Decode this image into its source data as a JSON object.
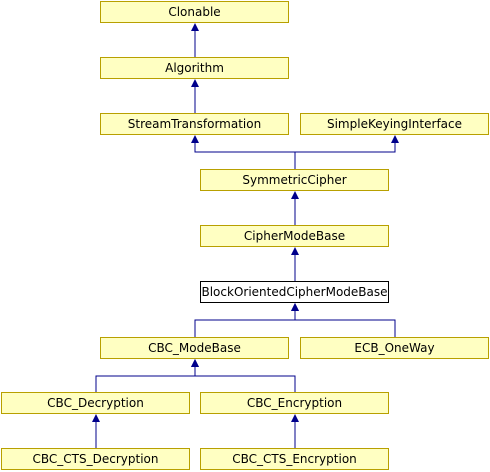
{
  "diagram": {
    "colors": {
      "node_fill": "#ffffc2",
      "node_border": "#b8a000",
      "current_fill": "#ffffff",
      "edge": "#00008b"
    },
    "nodes": {
      "clonable": "Clonable",
      "algorithm": "Algorithm",
      "stream_transformation": "StreamTransformation",
      "simple_keying_interface": "SimpleKeyingInterface",
      "symmetric_cipher": "SymmetricCipher",
      "cipher_mode_base": "CipherModeBase",
      "block_oriented_cipher_mode_base": "BlockOrientedCipherModeBase",
      "cbc_mode_base": "CBC_ModeBase",
      "ecb_oneway": "ECB_OneWay",
      "cbc_decryption": "CBC_Decryption",
      "cbc_encryption": "CBC_Encryption",
      "cbc_cts_decryption": "CBC_CTS_Decryption",
      "cbc_cts_encryption": "CBC_CTS_Encryption"
    },
    "edges": [
      {
        "from": "algorithm",
        "to": "clonable"
      },
      {
        "from": "stream_transformation",
        "to": "algorithm"
      },
      {
        "from": "symmetric_cipher",
        "to": "stream_transformation"
      },
      {
        "from": "symmetric_cipher",
        "to": "simple_keying_interface"
      },
      {
        "from": "cipher_mode_base",
        "to": "symmetric_cipher"
      },
      {
        "from": "block_oriented_cipher_mode_base",
        "to": "cipher_mode_base"
      },
      {
        "from": "cbc_mode_base",
        "to": "block_oriented_cipher_mode_base"
      },
      {
        "from": "ecb_oneway",
        "to": "block_oriented_cipher_mode_base"
      },
      {
        "from": "cbc_decryption",
        "to": "cbc_mode_base"
      },
      {
        "from": "cbc_encryption",
        "to": "cbc_mode_base"
      },
      {
        "from": "cbc_cts_decryption",
        "to": "cbc_decryption"
      },
      {
        "from": "cbc_cts_encryption",
        "to": "cbc_encryption"
      }
    ]
  }
}
